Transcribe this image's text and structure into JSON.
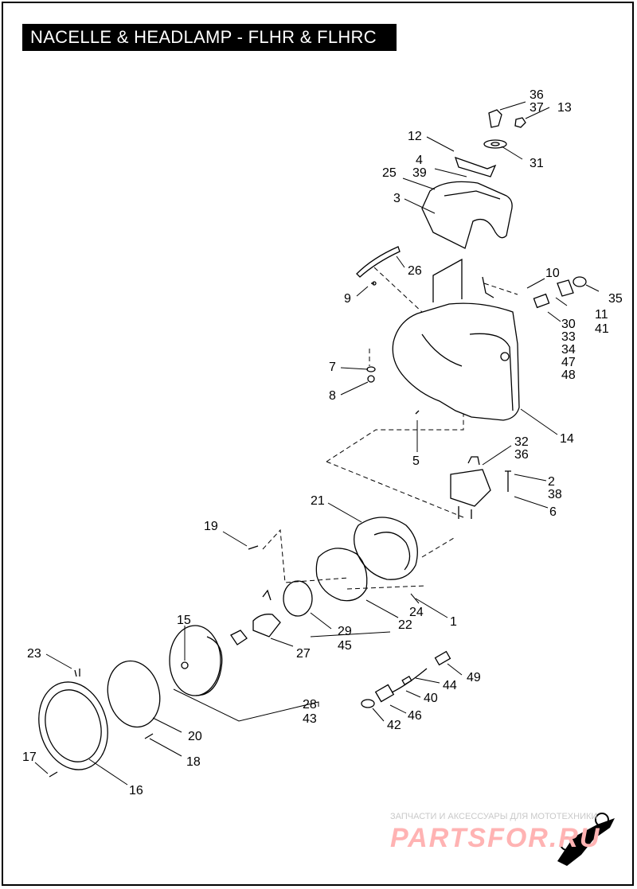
{
  "title": "NACELLE & HEADLAMP - FLHR & FLHRC",
  "watermark": {
    "tagline": "ЗАПЧАСТИ И АКСЕССУАРЫ ДЛЯ МОТОТЕХНИКИ",
    "logo": "PARTSFOR.RU"
  },
  "callouts": {
    "c1": "1",
    "c2": "2",
    "c3": "3",
    "c4": "4",
    "c5": "5",
    "c6": "6",
    "c7": "7",
    "c8": "8",
    "c9": "9",
    "c10": "10",
    "c11": "11",
    "c12": "12",
    "c13": "13",
    "c14": "14",
    "c15": "15",
    "c16": "16",
    "c17": "17",
    "c18": "18",
    "c19": "19",
    "c20": "20",
    "c21": "21",
    "c22": "22",
    "c23": "23",
    "c24": "24",
    "c25": "25",
    "c26": "26",
    "c27": "27",
    "c28": "28",
    "c29": "29",
    "c30": "30",
    "c31": "31",
    "c32": "32",
    "c33": "33",
    "c34": "34",
    "c35": "35",
    "c36": "36",
    "c36b": "36",
    "c37": "37",
    "c38": "38",
    "c39": "39",
    "c40": "40",
    "c41": "41",
    "c42": "42",
    "c43": "43",
    "c44": "44",
    "c45": "45",
    "c46": "46",
    "c47": "47",
    "c48": "48",
    "c49": "49"
  }
}
